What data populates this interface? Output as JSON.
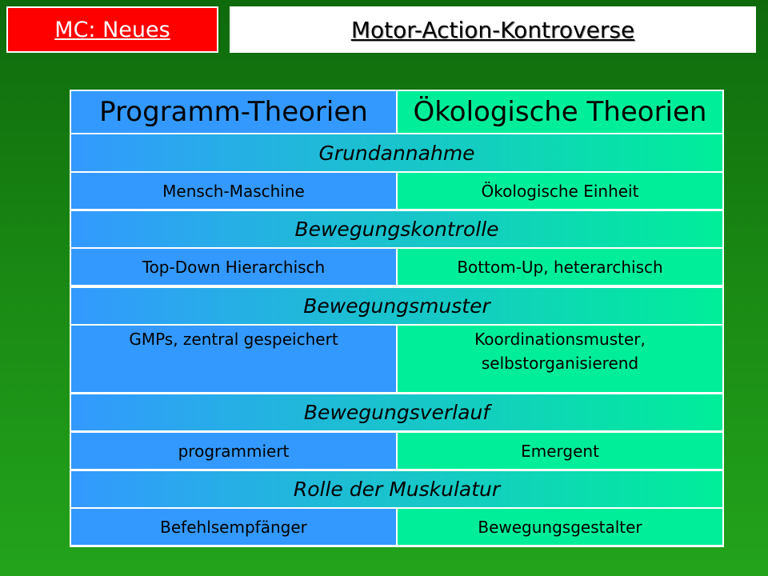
{
  "header": {
    "badge": "MC: Neues",
    "title": "Motor-Action-Kontroverse"
  },
  "table": {
    "head_left": "Programm-Theorien",
    "head_right": "Ökologische Theorien",
    "sections": [
      {
        "title": "Grundannahme",
        "left": "Mensch-Maschine",
        "right": "Ökologische Einheit"
      },
      {
        "title": "Bewegungskontrolle",
        "left": "Top-Down Hierarchisch",
        "right": "Bottom-Up, heterarchisch"
      },
      {
        "title": "Bewegungsmuster",
        "left": "GMPs, zentral gespeichert",
        "right_line1": "Koordinationsmuster,",
        "right_line2": "selbstorganisierend"
      },
      {
        "title": "Bewegungsverlauf",
        "left": "programmiert",
        "right": "Emergent"
      },
      {
        "title": "Rolle der Muskulatur",
        "left": "Befehlsempfänger",
        "right": "Bewegungsgestalter"
      }
    ]
  },
  "colors": {
    "badge_bg": "#ff0000",
    "left_col": "#3399ff",
    "right_col": "#00ee99",
    "background": "#1a8a14"
  }
}
